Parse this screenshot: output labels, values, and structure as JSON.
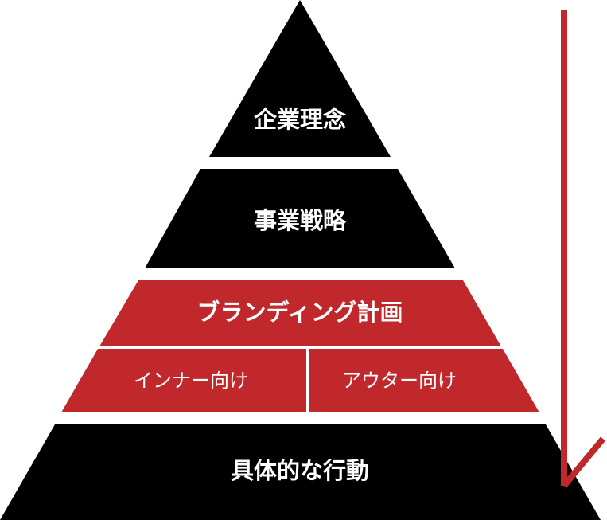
{
  "colors": {
    "dark": "#000000",
    "accent": "#c0282c",
    "text": "#ffffff",
    "background": "#ffffff"
  },
  "pyramid": {
    "tier_1": {
      "label": "企業理念"
    },
    "tier_2": {
      "label": "事業戦略"
    },
    "tier_3": {
      "label": "ブランディング計画",
      "sub_left": "インナー向け",
      "sub_right": "アウター向け"
    },
    "tier_4": {
      "label": "具体的な行動"
    }
  },
  "flow_arrow": {
    "icon": "down-arrow-icon",
    "direction": "down"
  }
}
